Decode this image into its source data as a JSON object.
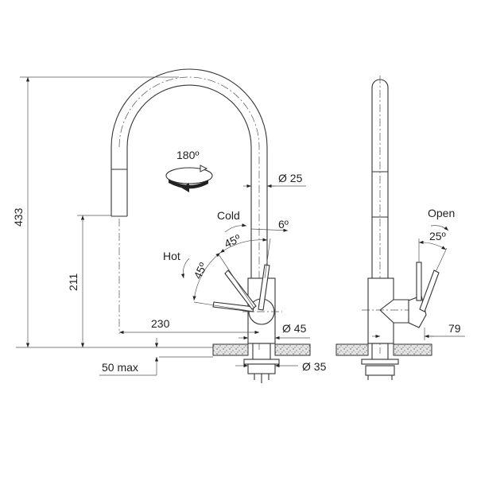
{
  "drawing": {
    "front_view": {
      "dim_height": "433",
      "dim_spout_height": "211",
      "dim_reach": "230",
      "dim_tube_diameter": "Ø 25",
      "dim_body_diameter": "Ø 45",
      "dim_hole_diameter": "Ø 35",
      "dim_counter_thickness": "50 max",
      "swivel_angle": "180º",
      "label_cold": "Cold",
      "label_hot": "Hot",
      "angle_cold": "45º",
      "angle_hot": "45º",
      "angle_tilt": "6º"
    },
    "side_view": {
      "label_open": "Open",
      "angle_open": "25º",
      "dim_lever_reach": "79"
    }
  }
}
